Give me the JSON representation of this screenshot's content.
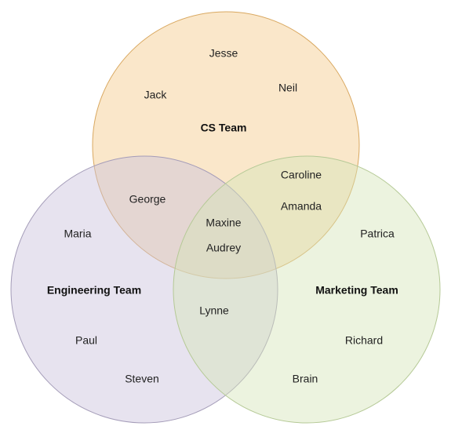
{
  "teams": {
    "cs": {
      "title": "CS Team",
      "fill": "#f5c98a",
      "stroke": "#d9a860",
      "members": [
        "Jesse",
        "Jack",
        "Neil"
      ]
    },
    "engineering": {
      "title": "Engineering Team",
      "fill": "#c9c2dc",
      "stroke": "#a49cb8",
      "members": [
        "Maria",
        "Paul",
        "Steven"
      ]
    },
    "marketing": {
      "title": "Marketing Team",
      "fill": "#d4e5b8",
      "stroke": "#b5c996",
      "members": [
        "Patrica",
        "Richard",
        "Brain"
      ]
    }
  },
  "overlaps": {
    "cs_engineering": [
      "George"
    ],
    "cs_marketing": [
      "Caroline",
      "Amanda"
    ],
    "engineering_marketing": [
      "Lynne"
    ],
    "all_three": [
      "Maxine",
      "Audrey"
    ]
  }
}
